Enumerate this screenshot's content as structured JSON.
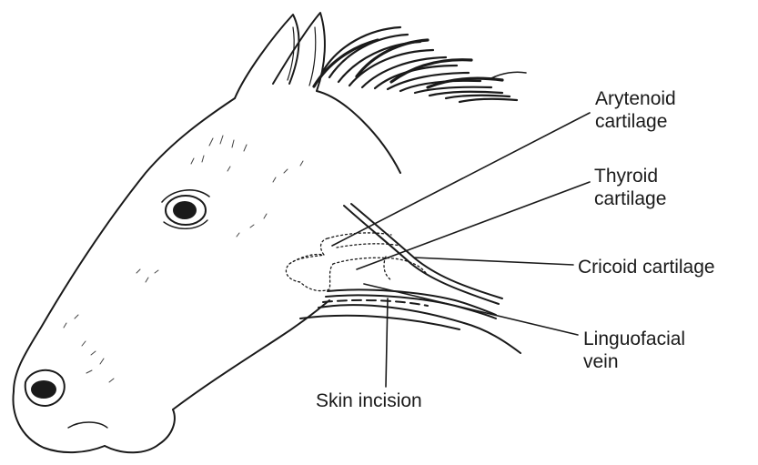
{
  "labels": {
    "arytenoid": [
      "Arytenoid",
      "cartilage"
    ],
    "thyroid": [
      "Thyroid",
      "cartilage"
    ],
    "cricoid": "Cricoid cartilage",
    "linguofacial": [
      "Linguofacial",
      "vein"
    ],
    "skin_incision": "Skin incision"
  }
}
